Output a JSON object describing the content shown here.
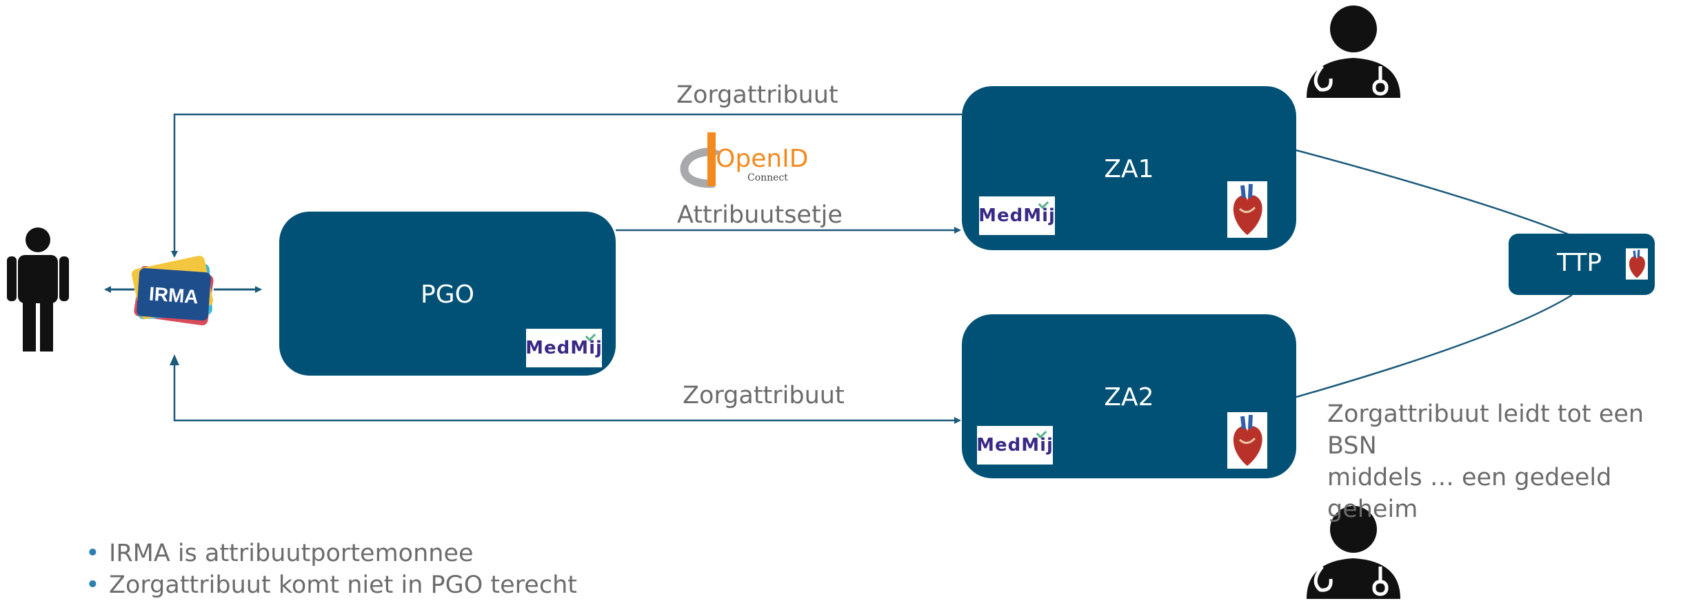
{
  "nodes": {
    "pgo": "PGO",
    "za1": "ZA1",
    "za2": "ZA2",
    "ttp": "TTP",
    "irma": "IRMA"
  },
  "edges": {
    "top_zorgattribuut": "Zorgattribuut",
    "attribuutsetje": "Attribuutsetje",
    "bottom_zorgattribuut": "Zorgattribuut"
  },
  "logos": {
    "openid_main": "OpenID",
    "openid_sub": "Connect",
    "medmij": "MedMij"
  },
  "note": {
    "line1": "Zorgattribuut leidt tot een BSN",
    "line2": "middels … een gedeeld geheim"
  },
  "bullets": [
    "IRMA is attribuutportemonnee",
    "Zorgattribuut komt niet in PGO terecht"
  ],
  "colors": {
    "box": "#005175",
    "line": "#1c5a7a",
    "text_gray": "#6b6b6b"
  }
}
